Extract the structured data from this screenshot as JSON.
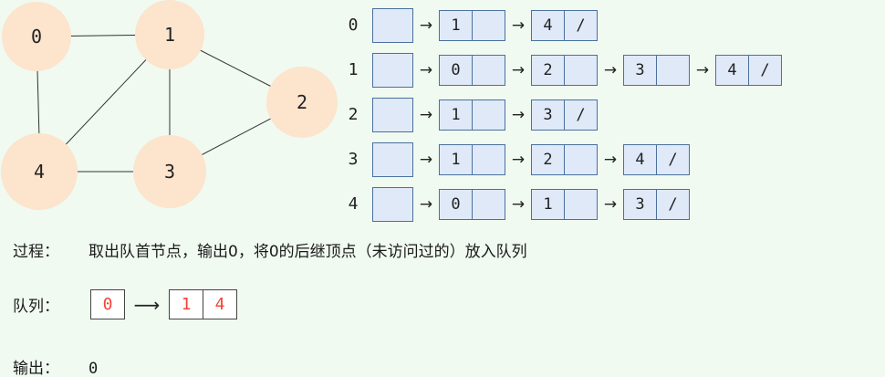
{
  "graph": {
    "nodes": [
      {
        "label": "0"
      },
      {
        "label": "1"
      },
      {
        "label": "2"
      },
      {
        "label": "3"
      },
      {
        "label": "4"
      }
    ],
    "edges": [
      [
        "0",
        "1"
      ],
      [
        "0",
        "4"
      ],
      [
        "1",
        "4"
      ],
      [
        "1",
        "3"
      ],
      [
        "1",
        "2"
      ],
      [
        "2",
        "3"
      ],
      [
        "4",
        "3"
      ]
    ]
  },
  "adjacency_list": {
    "null_marker": "/",
    "rows": [
      {
        "label": "0",
        "cells": [
          "1",
          "4"
        ]
      },
      {
        "label": "1",
        "cells": [
          "0",
          "2",
          "3",
          "4"
        ]
      },
      {
        "label": "2",
        "cells": [
          "1",
          "3"
        ]
      },
      {
        "label": "3",
        "cells": [
          "1",
          "2",
          "4"
        ]
      },
      {
        "label": "4",
        "cells": [
          "0",
          "1",
          "3"
        ]
      }
    ]
  },
  "icons": {
    "arrow": "→",
    "long_arrow": "⟶"
  },
  "process": {
    "label": "过程：",
    "text": "取出队首节点，输出0，将0的后继顶点（未访问过的）放入队列"
  },
  "queue": {
    "label": "队列：",
    "front": "0",
    "items": [
      "1",
      "4"
    ]
  },
  "output": {
    "label": "输出：",
    "value": "0"
  },
  "colors": {
    "background": "#f0faf0",
    "node_fill": "#fce4cd",
    "box_fill": "#dfe9f8",
    "box_border": "#4a719e",
    "highlight_red": "#f44336"
  }
}
